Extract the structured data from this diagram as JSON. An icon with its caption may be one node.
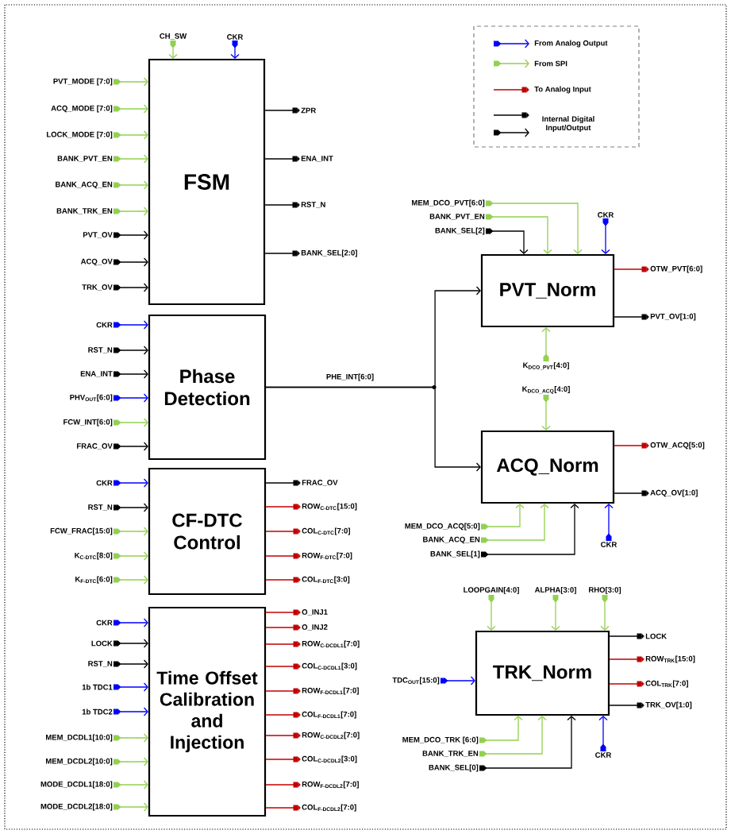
{
  "diagram": {
    "nodes": [
      {
        "text": [
          "FSM"
        ]
      },
      {
        "text": [
          "Phase Detection"
        ]
      },
      {
        "text": [
          "CF-DTC Control"
        ]
      },
      {
        "text": [
          "Time Offset Calibration and Injection"
        ]
      },
      {
        "text": [
          "PVT_Norm"
        ]
      },
      {
        "text": [
          "ACQ_Norm"
        ]
      },
      {
        "text": [
          "TRK_Norm"
        ]
      },
      {
        "text": [
          "CH_SW"
        ]
      },
      {
        "text": [
          "CKR"
        ]
      },
      {
        "text": [
          "PVT_MODE [7:0]"
        ]
      },
      {
        "text": [
          "ACQ_MODE [7:0]"
        ]
      },
      {
        "text": [
          "LOCK_MODE [7:0]"
        ]
      },
      {
        "text": [
          "BANK_PVT_EN"
        ]
      },
      {
        "text": [
          "BANK_ACQ_EN"
        ]
      },
      {
        "text": [
          "BANK_TRK_EN"
        ]
      },
      {
        "text": [
          "PVT_OV"
        ]
      },
      {
        "text": [
          "ACQ_OV"
        ]
      },
      {
        "text": [
          "TRK_OV"
        ]
      },
      {
        "text": [
          "ZPR"
        ]
      },
      {
        "text": [
          "ENA_INT"
        ]
      },
      {
        "text": [
          "RST_N"
        ]
      },
      {
        "text": [
          "BANK_SEL[2:0]"
        ]
      },
      {
        "text": [
          "CKR"
        ]
      },
      {
        "text": [
          "RST_N"
        ]
      },
      {
        "text": [
          "ENA_INT"
        ]
      },
      {
        "text": [
          "PHV$_{OUT}$[6:0]"
        ]
      },
      {
        "text": [
          "FCW_INT[6:0]"
        ]
      },
      {
        "text": [
          "FRAC_OV"
        ]
      },
      {
        "text": [
          "CKR"
        ]
      },
      {
        "text": [
          "RST_N"
        ]
      },
      {
        "text": [
          "FCW_FRAC[15:0]"
        ]
      },
      {
        "text": [
          "K$_{C-DTC}$[8:0]"
        ]
      },
      {
        "text": [
          "K$_{F-DTC}$[6:0]"
        ]
      },
      {
        "text": [
          "FRAC_OV"
        ]
      },
      {
        "text": [
          "ROW$_{C-DTC}$[15:0]"
        ]
      },
      {
        "text": [
          "COL$_{C-DTC}$[7:0]"
        ]
      },
      {
        "text": [
          "ROW$_{F-DTC}$[7:0]"
        ]
      },
      {
        "text": [
          "COL$_{F-DTC}$[3:0]"
        ]
      },
      {
        "text": [
          "CKR"
        ]
      },
      {
        "text": [
          "LOCK"
        ]
      },
      {
        "text": [
          "RST_N"
        ]
      },
      {
        "text": [
          "1b TDC1"
        ]
      },
      {
        "text": [
          "1b TDC2"
        ]
      },
      {
        "text": [
          "MEM_DCDL1[10:0]"
        ]
      },
      {
        "text": [
          "MEM_DCDL2[10:0]"
        ]
      },
      {
        "text": [
          "MODE_DCDL1[18:0]"
        ]
      },
      {
        "text": [
          "MODE_DCDL2[18:0]"
        ]
      },
      {
        "text": [
          "O_INJ1"
        ]
      },
      {
        "text": [
          "O_INJ2"
        ]
      },
      {
        "text": [
          "ROW$_{C-DCDL1}$[7:0]"
        ]
      },
      {
        "text": [
          "COL$_{C-DCDL1}$[3:0]"
        ]
      },
      {
        "text": [
          "ROW$_{F-DCDL1}$[7:0]"
        ]
      },
      {
        "text": [
          "COL$_{F-DCDL1}$[7:0]"
        ]
      },
      {
        "text": [
          "ROW$_{C-DCDL2}$[7:0]"
        ]
      },
      {
        "text": [
          "COL$_{C-DCDL2}$[3:0]"
        ]
      },
      {
        "text": [
          "ROW$_{F-DCDL2}$[7:0]"
        ]
      },
      {
        "text": [
          "COL$_{F-DCDL2}$[7:0]"
        ]
      },
      {
        "text": [
          "MEM_DCO_PVT[6:0]"
        ]
      },
      {
        "text": [
          "BANK_PVT_EN"
        ]
      },
      {
        "text": [
          "BANK_SEL[2]"
        ]
      },
      {
        "text": [
          "CKR"
        ]
      },
      {
        "text": [
          "OTW_PVT[6:0]"
        ]
      },
      {
        "text": [
          "PVT_OV[1:0]"
        ]
      },
      {
        "text": [
          "K$_{DCO_PVT}$[4:0]"
        ]
      },
      {
        "text": [
          "K$_{DCO_ACQ}$[4:0]"
        ]
      },
      {
        "text": [
          "OTW_ACQ[5:0]"
        ]
      },
      {
        "text": [
          "ACQ_OV[1:0]"
        ]
      },
      {
        "text": [
          "MEM_DCO_ACQ[5:0]"
        ]
      },
      {
        "text": [
          "BANK_ACQ_EN"
        ]
      },
      {
        "text": [
          "BANK_SEL[1]"
        ]
      },
      {
        "text": [
          "CKR"
        ]
      },
      {
        "text": [
          "LOOPGAIN[4:0]"
        ]
      },
      {
        "text": [
          "ALPHA[3:0]"
        ]
      },
      {
        "text": [
          "RHO[3:0]"
        ]
      },
      {
        "text": [
          "TDC$_{OUT}$[15:0]"
        ]
      },
      {
        "text": [
          "LOCK"
        ]
      },
      {
        "text": [
          "ROW$_{TRK}$[15:0]"
        ]
      },
      {
        "text": [
          "COL$_{TRK}$[7:0]"
        ]
      },
      {
        "text": [
          "TRK_OV[1:0]"
        ]
      },
      {
        "text": [
          "MEM_DCO_TRK [6:0]"
        ]
      },
      {
        "text": [
          "BANK_TRK_EN"
        ]
      },
      {
        "text": [
          "BANK_SEL[0]"
        ]
      },
      {
        "text": [
          "CKR"
        ]
      }
    ],
    "edges": [
      {
        "from": 7,
        "to": 0,
        "arrow": "to",
        "color": "#92d050"
      },
      {
        "from": 8,
        "to": 0,
        "arrow": "to",
        "color": "#0000ff"
      },
      {
        "from": 9,
        "to": 0,
        "arrow": "to",
        "color": "#92d050"
      },
      {
        "from": 10,
        "to": 0,
        "arrow": "to",
        "color": "#92d050"
      },
      {
        "from": 11,
        "to": 0,
        "arrow": "to",
        "color": "#92d050"
      },
      {
        "from": 12,
        "to": 0,
        "arrow": "to",
        "color": "#92d050"
      },
      {
        "from": 13,
        "to": 0,
        "arrow": "to",
        "color": "#92d050"
      },
      {
        "from": 14,
        "to": 0,
        "arrow": "to",
        "color": "#92d050"
      },
      {
        "from": 15,
        "to": 0,
        "arrow": "to",
        "color": "#000000"
      },
      {
        "from": 16,
        "to": 0,
        "arrow": "to",
        "color": "#000000"
      },
      {
        "from": 17,
        "to": 0,
        "arrow": "to",
        "color": "#000000"
      },
      {
        "from": 0,
        "to": 18,
        "arrow": "to",
        "color": "#000000"
      },
      {
        "from": 0,
        "to": 19,
        "arrow": "to",
        "color": "#000000"
      },
      {
        "from": 0,
        "to": 20,
        "arrow": "to",
        "color": "#000000"
      },
      {
        "from": 0,
        "to": 21,
        "arrow": "to",
        "color": "#000000"
      },
      {
        "from": 22,
        "to": 1,
        "arrow": "to",
        "color": "#0000ff"
      },
      {
        "from": 23,
        "to": 1,
        "arrow": "to",
        "color": "#000000"
      },
      {
        "from": 24,
        "to": 1,
        "arrow": "to",
        "color": "#000000"
      },
      {
        "from": 25,
        "to": 1,
        "arrow": "to",
        "color": "#0000ff"
      },
      {
        "from": 26,
        "to": 1,
        "arrow": "to",
        "color": "#92d050"
      },
      {
        "from": 27,
        "to": 1,
        "arrow": "to",
        "color": "#000000"
      },
      {
        "from": 28,
        "to": 2,
        "arrow": "to",
        "color": "#0000ff"
      },
      {
        "from": 29,
        "to": 2,
        "arrow": "to",
        "color": "#000000"
      },
      {
        "from": 30,
        "to": 2,
        "arrow": "to",
        "color": "#92d050"
      },
      {
        "from": 31,
        "to": 2,
        "arrow": "to",
        "color": "#92d050"
      },
      {
        "from": 32,
        "to": 2,
        "arrow": "to",
        "color": "#92d050"
      },
      {
        "from": 2,
        "to": 33,
        "arrow": "to",
        "color": "#000000"
      },
      {
        "from": 2,
        "to": 34,
        "arrow": "to",
        "color": "#c00000"
      },
      {
        "from": 2,
        "to": 35,
        "arrow": "to",
        "color": "#c00000"
      },
      {
        "from": 2,
        "to": 36,
        "arrow": "to",
        "color": "#c00000"
      },
      {
        "from": 2,
        "to": 37,
        "arrow": "to",
        "color": "#c00000"
      },
      {
        "from": 38,
        "to": 3,
        "arrow": "to",
        "color": "#0000ff"
      },
      {
        "from": 39,
        "to": 3,
        "arrow": "to",
        "color": "#000000"
      },
      {
        "from": 40,
        "to": 3,
        "arrow": "to",
        "color": "#000000"
      },
      {
        "from": 41,
        "to": 3,
        "arrow": "to",
        "color": "#0000ff"
      },
      {
        "from": 42,
        "to": 3,
        "arrow": "to",
        "color": "#0000ff"
      },
      {
        "from": 43,
        "to": 3,
        "arrow": "to",
        "color": "#92d050"
      },
      {
        "from": 44,
        "to": 3,
        "arrow": "to",
        "color": "#92d050"
      },
      {
        "from": 45,
        "to": 3,
        "arrow": "to",
        "color": "#92d050"
      },
      {
        "from": 46,
        "to": 3,
        "arrow": "to",
        "color": "#92d050"
      },
      {
        "from": 3,
        "to": 47,
        "arrow": "to",
        "color": "#c00000"
      },
      {
        "from": 3,
        "to": 48,
        "arrow": "to",
        "color": "#c00000"
      },
      {
        "from": 3,
        "to": 49,
        "arrow": "to",
        "color": "#c00000"
      },
      {
        "from": 3,
        "to": 50,
        "arrow": "to",
        "color": "#c00000"
      },
      {
        "from": 3,
        "to": 51,
        "arrow": "to",
        "color": "#c00000"
      },
      {
        "from": 3,
        "to": 52,
        "arrow": "to",
        "color": "#c00000"
      },
      {
        "from": 3,
        "to": 53,
        "arrow": "to",
        "color": "#c00000"
      },
      {
        "from": 3,
        "to": 54,
        "arrow": "to",
        "color": "#c00000"
      },
      {
        "from": 3,
        "to": 55,
        "arrow": "to",
        "color": "#c00000"
      },
      {
        "from": 3,
        "to": 56,
        "arrow": "to",
        "color": "#c00000"
      },
      {
        "from": 57,
        "to": 4,
        "arrow": "to",
        "color": "#92d050"
      },
      {
        "from": 58,
        "to": 4,
        "arrow": "to",
        "color": "#92d050"
      },
      {
        "from": 59,
        "to": 4,
        "arrow": "to",
        "color": "#000000"
      },
      {
        "from": 60,
        "to": 4,
        "arrow": "to",
        "color": "#0000ff"
      },
      {
        "from": 4,
        "to": 61,
        "arrow": "to",
        "color": "#c00000"
      },
      {
        "from": 4,
        "to": 62,
        "arrow": "to",
        "color": "#000000"
      },
      {
        "from": 63,
        "to": 4,
        "arrow": "to",
        "color": "#92d050"
      },
      {
        "from": 64,
        "to": 5,
        "arrow": "to",
        "color": "#92d050"
      },
      {
        "from": 5,
        "to": 65,
        "arrow": "to",
        "color": "#c00000"
      },
      {
        "from": 5,
        "to": 66,
        "arrow": "to",
        "color": "#000000"
      },
      {
        "from": 67,
        "to": 5,
        "arrow": "to",
        "color": "#92d050"
      },
      {
        "from": 68,
        "to": 5,
        "arrow": "to",
        "color": "#92d050"
      },
      {
        "from": 69,
        "to": 5,
        "arrow": "to",
        "color": "#000000"
      },
      {
        "from": 70,
        "to": 5,
        "arrow": "to",
        "color": "#0000ff"
      },
      {
        "from": 71,
        "to": 6,
        "arrow": "to",
        "color": "#92d050"
      },
      {
        "from": 72,
        "to": 6,
        "arrow": "to",
        "color": "#92d050"
      },
      {
        "from": 73,
        "to": 6,
        "arrow": "to",
        "color": "#92d050"
      },
      {
        "from": 74,
        "to": 6,
        "arrow": "to",
        "color": "#0000ff"
      },
      {
        "from": 6,
        "to": 75,
        "arrow": "to",
        "color": "#000000"
      },
      {
        "from": 6,
        "to": 76,
        "arrow": "to",
        "color": "#c00000"
      },
      {
        "from": 6,
        "to": 77,
        "arrow": "to",
        "color": "#c00000"
      },
      {
        "from": 6,
        "to": 78,
        "arrow": "to",
        "color": "#000000"
      },
      {
        "from": 79,
        "to": 6,
        "arrow": "to",
        "color": "#92d050"
      },
      {
        "from": 80,
        "to": 6,
        "arrow": "to",
        "color": "#92d050"
      },
      {
        "from": 81,
        "to": 6,
        "arrow": "to",
        "color": "#000000"
      },
      {
        "from": 82,
        "to": 6,
        "arrow": "to",
        "color": "#0000ff"
      },
      {
        "from": 1,
        "to": 4,
        "arrow": "to",
        "color": "#000000",
        "label": "PHE_INT[6:0]"
      },
      {
        "from": 1,
        "to": 5,
        "arrow": "to",
        "color": "#000000"
      }
    ],
    "legend": [
      {
        "text": "From Analog Output"
      },
      {
        "text": "From SPI"
      },
      {
        "text": "To Analog Input"
      },
      {
        "text": "Internal Digital Input/Output"
      }
    ]
  }
}
